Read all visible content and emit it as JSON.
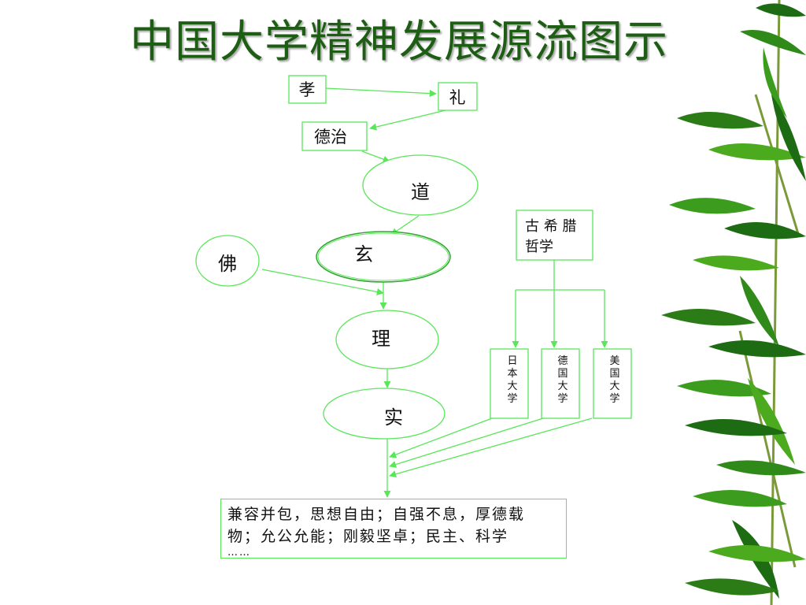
{
  "title": "中国大学精神发展源流图示",
  "nodes": {
    "xiao": "孝",
    "li": "礼",
    "dezhi": "德治",
    "dao": "道",
    "xuan": "玄",
    "fo": "佛",
    "li2": "理",
    "shi": "实",
    "greek": [
      "古 希 腊",
      "哲学"
    ],
    "japan": [
      "日",
      "本",
      "大",
      "学"
    ],
    "germany": [
      "德",
      "国",
      "大",
      "学"
    ],
    "usa": [
      "美",
      "国",
      "大",
      "学"
    ]
  },
  "conclusion": [
    "兼容并包，思想自由；自强不息，厚德载",
    "物；允公允能；刚毅坚卓；民主、科学",
    "……"
  ],
  "colors": {
    "title": "#1e5e14",
    "line": "#59e659",
    "ellipse_dark": "#2fa52f",
    "leaf_dark": "#1d6b12",
    "leaf_light": "#4caa1f"
  }
}
